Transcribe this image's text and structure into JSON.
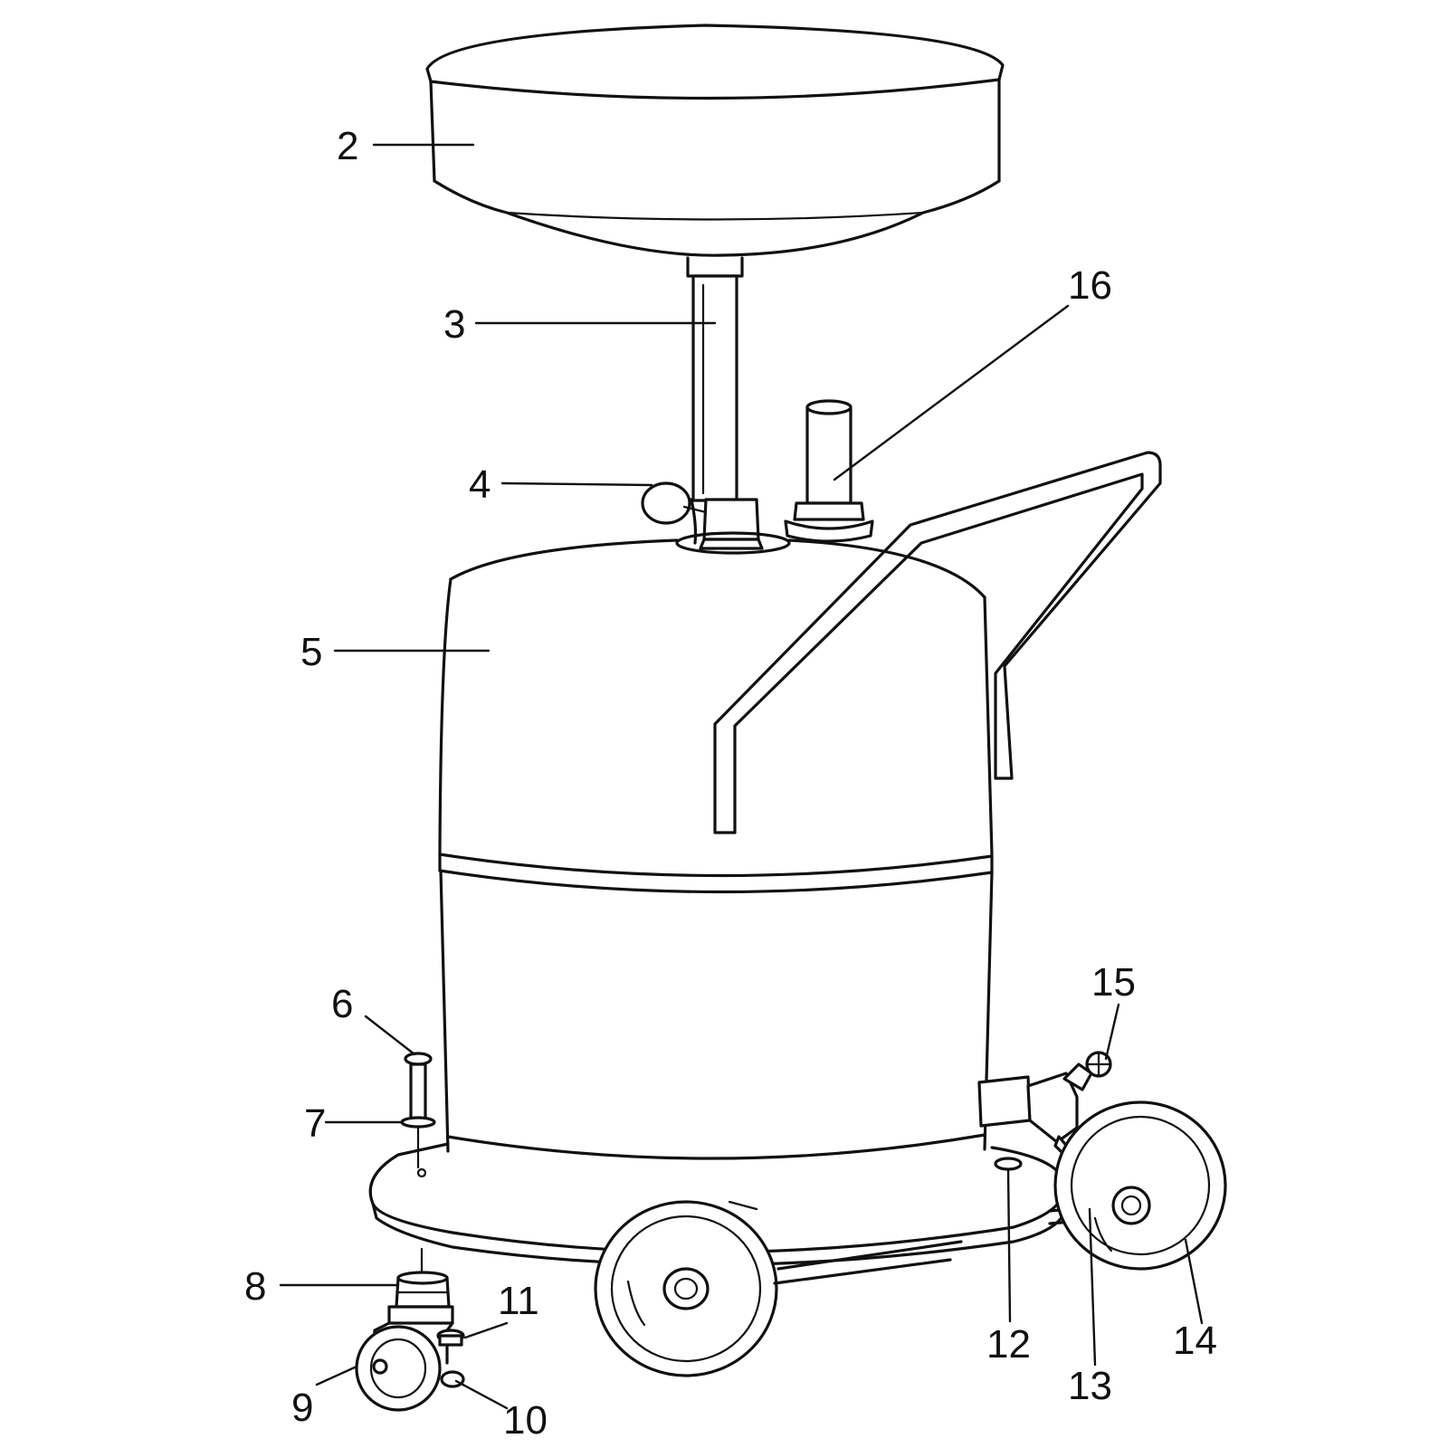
{
  "callouts": [
    {
      "id": "2",
      "text": "2"
    },
    {
      "id": "3",
      "text": "3"
    },
    {
      "id": "4",
      "text": "4"
    },
    {
      "id": "5",
      "text": "5"
    },
    {
      "id": "6",
      "text": "6"
    },
    {
      "id": "7",
      "text": "7"
    },
    {
      "id": "8",
      "text": "8"
    },
    {
      "id": "9",
      "text": "9"
    },
    {
      "id": "10",
      "text": "10"
    },
    {
      "id": "11",
      "text": "11"
    },
    {
      "id": "12",
      "text": "12"
    },
    {
      "id": "13",
      "text": "13"
    },
    {
      "id": "14",
      "text": "14"
    },
    {
      "id": "15",
      "text": "15"
    },
    {
      "id": "16",
      "text": "16"
    }
  ],
  "colors": {
    "ink": "#111111",
    "background": "#ffffff"
  }
}
